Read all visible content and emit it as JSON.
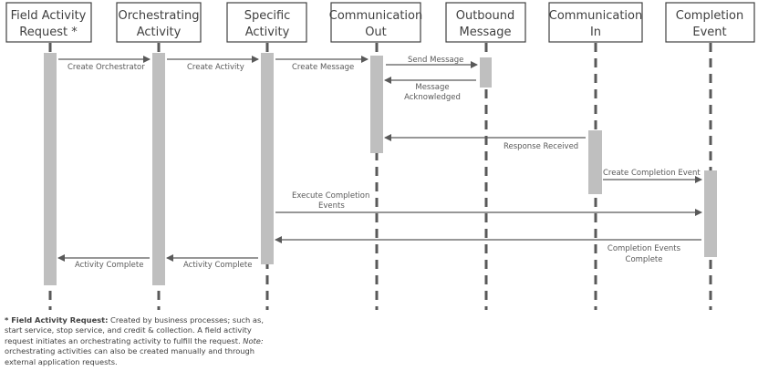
{
  "participants": [
    {
      "line1": "Field Activity",
      "line2": "Request *"
    },
    {
      "line1": "Orchestrating",
      "line2": "Activity"
    },
    {
      "line1": "Specific",
      "line2": "Activity"
    },
    {
      "line1": "Communication",
      "line2": "Out"
    },
    {
      "line1": "Outbound",
      "line2": "Message"
    },
    {
      "line1": "Communication",
      "line2": "In"
    },
    {
      "line1": "Completion",
      "line2": "Event"
    }
  ],
  "messages": {
    "create_orchestrator": "Create Orchestrator",
    "create_activity": "Create Activity",
    "create_message": "Create Message",
    "send_message": "Send Message",
    "message_ack_1": "Message",
    "message_ack_2": "Acknowledged",
    "response_received": "Response Received",
    "create_completion_event": "Create Completion Event",
    "execute_completion_1": "Execute Completion",
    "execute_completion_2": "Events",
    "completion_complete_1": "Completion Events",
    "completion_complete_2": "Complete",
    "activity_complete_1": "Activity Complete",
    "activity_complete_2": "Activity Complete"
  },
  "footnote": {
    "term": "* Field Activity Request:",
    "text": " Created by business processes; such as, start service, stop service, and credit & collection. A field activity request initiates an orchestrating activity to fulfill the request.",
    "note_label": "Note:",
    "note_text": " orchestrating activities can also be created manually and through external application requests."
  },
  "colors": {
    "activation": "#bfbfbf",
    "line": "#595959",
    "text": "#404040"
  }
}
